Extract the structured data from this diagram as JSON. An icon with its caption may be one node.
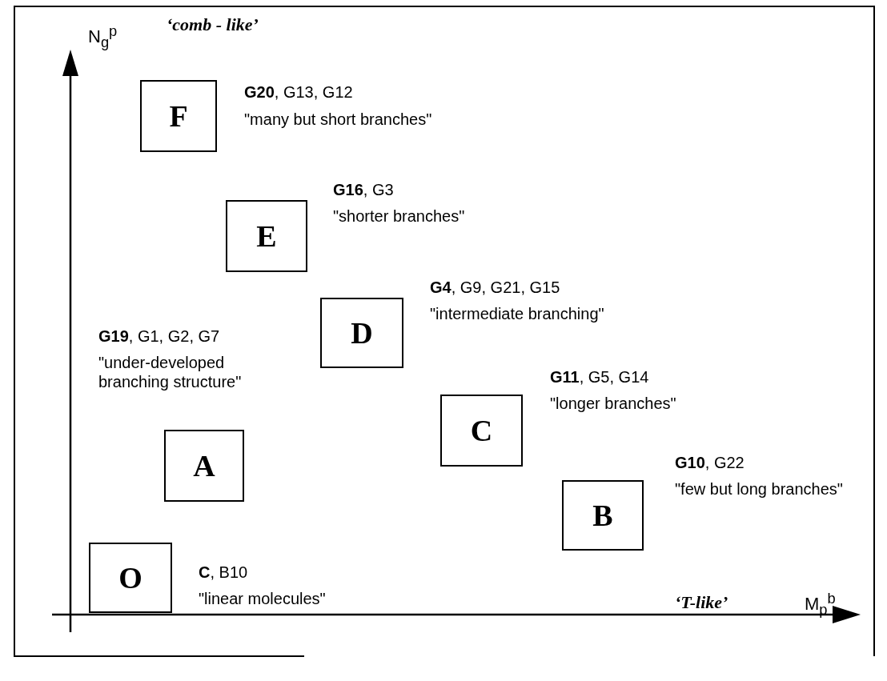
{
  "diagram": {
    "nodes": [
      {
        "text": [
          "F"
        ],
        "beside": [
          "**G20**, G13, G12",
          "\"many but short branches\""
        ]
      },
      {
        "text": [
          "E"
        ],
        "beside": [
          "**G16**, G3",
          "\"shorter branches\""
        ]
      },
      {
        "text": [
          "D"
        ],
        "beside": [
          "**G4**, G9, G21, G15",
          "\"intermediate branching\""
        ]
      },
      {
        "text": [
          "A"
        ],
        "beside": [
          "**G19**, G1, G2, G7",
          "\"under-developed branching structure\""
        ]
      },
      {
        "text": [
          "C"
        ],
        "beside": [
          "**G11**, G5, G14",
          "\"longer branches\""
        ]
      },
      {
        "text": [
          "B"
        ],
        "beside": [
          "**G10**, G22",
          "\"few but long branches\""
        ]
      },
      {
        "text": [
          "O"
        ],
        "beside": [
          "**C**, B10",
          "\"linear molecules\""
        ]
      }
    ],
    "labels": [
      "N$_{g}$$^{p}$",
      "‘comb - like’",
      "‘T-like’",
      "M$_{p}$$^{b}$"
    ]
  }
}
